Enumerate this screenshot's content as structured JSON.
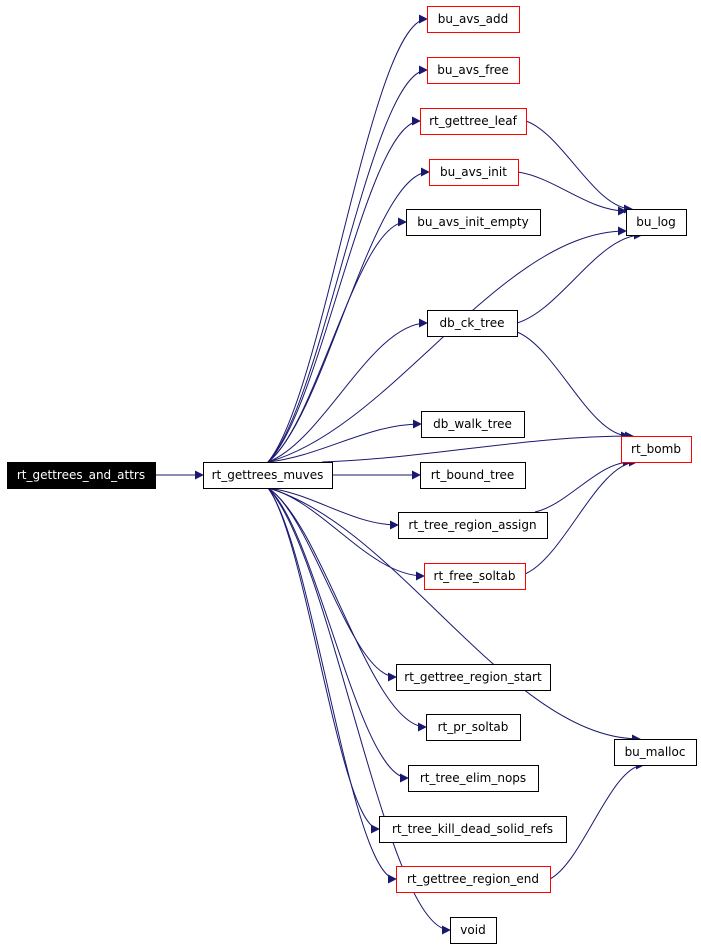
{
  "colors": {
    "edge": "#191970",
    "box_border": "#000000",
    "truncated_border": "#ff0000",
    "root_fill": "#000000",
    "root_text": "#ffffff",
    "text": "#000000"
  },
  "nodes": {
    "rt_gettrees_and_attrs": {
      "label": "rt_gettrees_and_attrs",
      "role": "root"
    },
    "rt_gettrees_muves": {
      "label": "rt_gettrees_muves",
      "role": "normal"
    },
    "bu_avs_add": {
      "label": "bu_avs_add",
      "role": "truncated"
    },
    "bu_avs_free": {
      "label": "bu_avs_free",
      "role": "truncated"
    },
    "rt_gettree_leaf": {
      "label": "rt_gettree_leaf",
      "role": "truncated"
    },
    "bu_avs_init": {
      "label": "bu_avs_init",
      "role": "truncated"
    },
    "bu_avs_init_empty": {
      "label": "bu_avs_init_empty",
      "role": "normal"
    },
    "bu_log": {
      "label": "bu_log",
      "role": "normal"
    },
    "db_ck_tree": {
      "label": "db_ck_tree",
      "role": "normal"
    },
    "db_walk_tree": {
      "label": "db_walk_tree",
      "role": "normal"
    },
    "rt_bomb": {
      "label": "rt_bomb",
      "role": "truncated"
    },
    "rt_bound_tree": {
      "label": "rt_bound_tree",
      "role": "normal"
    },
    "rt_tree_region_assign": {
      "label": "rt_tree_region_assign",
      "role": "normal"
    },
    "rt_free_soltab": {
      "label": "rt_free_soltab",
      "role": "truncated"
    },
    "rt_gettree_region_start": {
      "label": "rt_gettree_region_start",
      "role": "normal"
    },
    "rt_pr_soltab": {
      "label": "rt_pr_soltab",
      "role": "normal"
    },
    "bu_malloc": {
      "label": "bu_malloc",
      "role": "normal"
    },
    "rt_tree_elim_nops": {
      "label": "rt_tree_elim_nops",
      "role": "normal"
    },
    "rt_tree_kill_dead_solid_refs": {
      "label": "rt_tree_kill_dead_solid_refs",
      "role": "normal"
    },
    "rt_gettree_region_end": {
      "label": "rt_gettree_region_end",
      "role": "truncated"
    },
    "void": {
      "label": "void",
      "role": "normal"
    }
  },
  "edges": [
    [
      "rt_gettrees_and_attrs",
      "rt_gettrees_muves"
    ],
    [
      "rt_gettrees_muves",
      "bu_avs_add"
    ],
    [
      "rt_gettrees_muves",
      "bu_avs_free"
    ],
    [
      "rt_gettrees_muves",
      "rt_gettree_leaf"
    ],
    [
      "rt_gettrees_muves",
      "bu_avs_init"
    ],
    [
      "rt_gettrees_muves",
      "bu_avs_init_empty"
    ],
    [
      "rt_gettrees_muves",
      "bu_log"
    ],
    [
      "rt_gettrees_muves",
      "db_ck_tree"
    ],
    [
      "rt_gettrees_muves",
      "rt_bomb"
    ],
    [
      "rt_gettrees_muves",
      "db_walk_tree"
    ],
    [
      "rt_gettrees_muves",
      "rt_bound_tree"
    ],
    [
      "rt_gettrees_muves",
      "rt_tree_region_assign"
    ],
    [
      "rt_gettrees_muves",
      "rt_free_soltab"
    ],
    [
      "rt_gettrees_muves",
      "bu_malloc"
    ],
    [
      "rt_gettrees_muves",
      "rt_gettree_region_start"
    ],
    [
      "rt_gettrees_muves",
      "rt_pr_soltab"
    ],
    [
      "rt_gettrees_muves",
      "rt_tree_elim_nops"
    ],
    [
      "rt_gettrees_muves",
      "rt_tree_kill_dead_solid_refs"
    ],
    [
      "rt_gettrees_muves",
      "rt_gettree_region_end"
    ],
    [
      "rt_gettrees_muves",
      "void"
    ],
    [
      "rt_gettree_leaf",
      "bu_log"
    ],
    [
      "bu_avs_init",
      "bu_log"
    ],
    [
      "db_ck_tree",
      "bu_log"
    ],
    [
      "db_ck_tree",
      "rt_bomb"
    ],
    [
      "rt_tree_region_assign",
      "rt_bomb"
    ],
    [
      "rt_free_soltab",
      "rt_bomb"
    ],
    [
      "rt_gettree_region_end",
      "bu_malloc"
    ]
  ]
}
